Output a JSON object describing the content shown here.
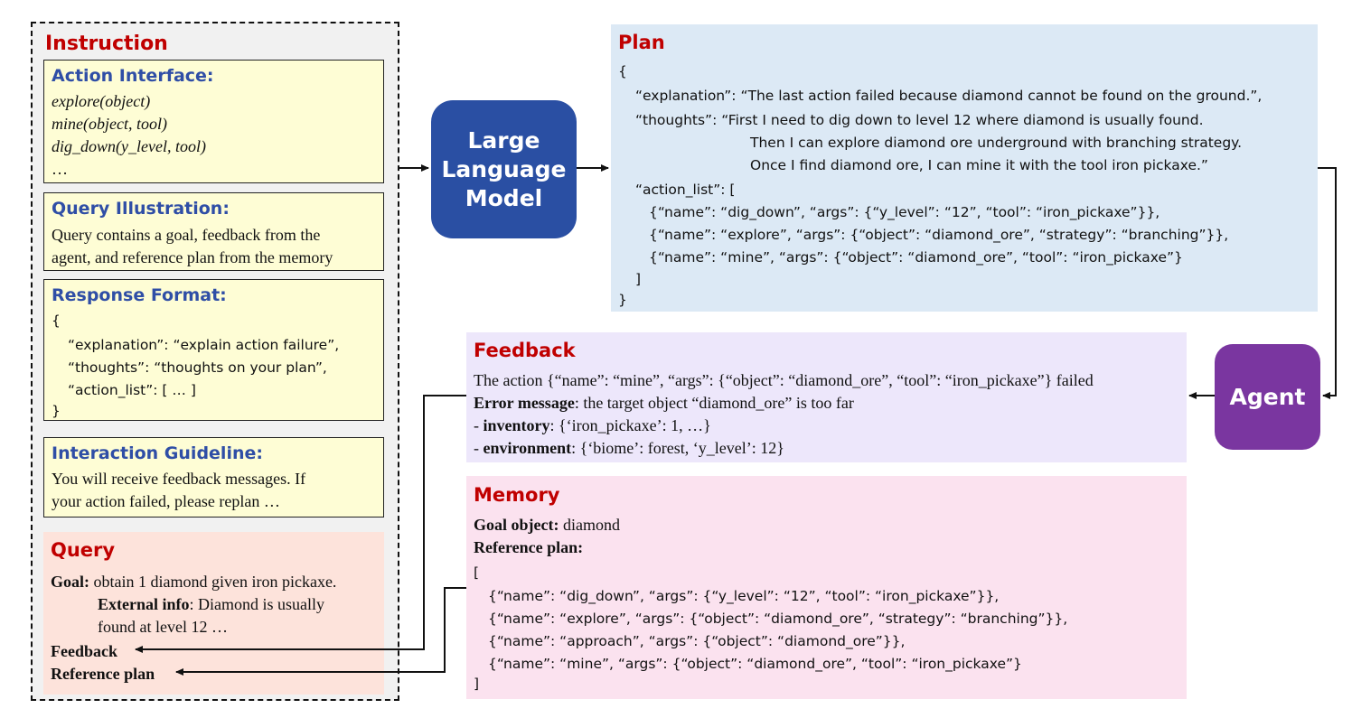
{
  "instruction": {
    "title": "Instruction",
    "action_interface": {
      "title": "Action Interface:",
      "lines": [
        "explore(object)",
        "mine(object, tool)",
        "dig_down(y_level, tool)",
        "…"
      ]
    },
    "query_illustration": {
      "title": "Query Illustration:",
      "lines": [
        "Query contains a goal, feedback from the",
        "agent, and reference plan from the memory"
      ]
    },
    "response_format": {
      "title": "Response Format:",
      "lines": [
        "{",
        "“explanation”: “explain action failure”,",
        "“thoughts”: “thoughts on your plan”,",
        "“action_list”: [ … ]",
        "}"
      ]
    },
    "interaction_guideline": {
      "title": "Interaction Guideline:",
      "lines": [
        "You will receive feedback messages. If",
        "your action failed, please replan …"
      ]
    },
    "query": {
      "title": "Query",
      "goal_label": "Goal:",
      "goal_text": " obtain 1 diamond given iron pickaxe.",
      "external_label": "External info",
      "external_text": ": Diamond is usually",
      "external_text2": "found at level 12 …",
      "feedback_label": "Feedback",
      "reference_label": "Reference plan"
    }
  },
  "llm": {
    "line1": "Large",
    "line2": "Language",
    "line3": "Model"
  },
  "plan": {
    "title": "Plan",
    "lines": [
      "{",
      "“explanation”: “The last action failed because diamond cannot be found on the ground.”,",
      "“thoughts”: “First I need to dig down to level 12 where diamond is usually found.",
      "Then I can explore diamond ore underground with branching strategy.",
      "Once I find diamond ore, I can mine it with the tool iron pickaxe.”",
      "“action_list”: [",
      "{“name”: “dig_down”, “args”: {“y_level”: “12”, “tool”: “iron_pickaxe”}},",
      "{“name”: “explore”, “args”: {“object”: “diamond_ore”, “strategy”: “branching”}},",
      "{“name”: “mine”, “args”: {“object”: “diamond_ore”, “tool”: “iron_pickaxe”}",
      "]",
      "}"
    ]
  },
  "agent": {
    "label": "Agent"
  },
  "feedback": {
    "title": "Feedback",
    "line1": "The action {“name”: “mine”, “args”: {“object”: “diamond_ore”, “tool”: “iron_pickaxe”} failed",
    "error_label": "Error message",
    "error_text": ": the target object “diamond_ore” is too far",
    "inventory_prefix": "- ",
    "inventory_label": "inventory",
    "inventory_text": ": {‘iron_pickaxe’: 1, …}",
    "environment_prefix": "- ",
    "environment_label": "environment",
    "environment_text": ": {‘biome’: forest, ‘y_level’: 12}"
  },
  "memory": {
    "title": "Memory",
    "goal_label": "Goal object:",
    "goal_text": " diamond",
    "ref_label": "Reference plan:",
    "lines": [
      "[",
      "{“name”: “dig_down”, “args”: {“y_level”: “12”, “tool”: “iron_pickaxe”}},",
      "{“name”: “explore”, “args”: {“object”: “diamond_ore”, “strategy”: “branching”}},",
      "{“name”: “approach”, “args”: {“object”: “diamond_ore”}},",
      "{“name”: “mine”, “args”: {“object”: “diamond_ore”, “tool”: “iron_pickaxe”}",
      "]"
    ]
  }
}
